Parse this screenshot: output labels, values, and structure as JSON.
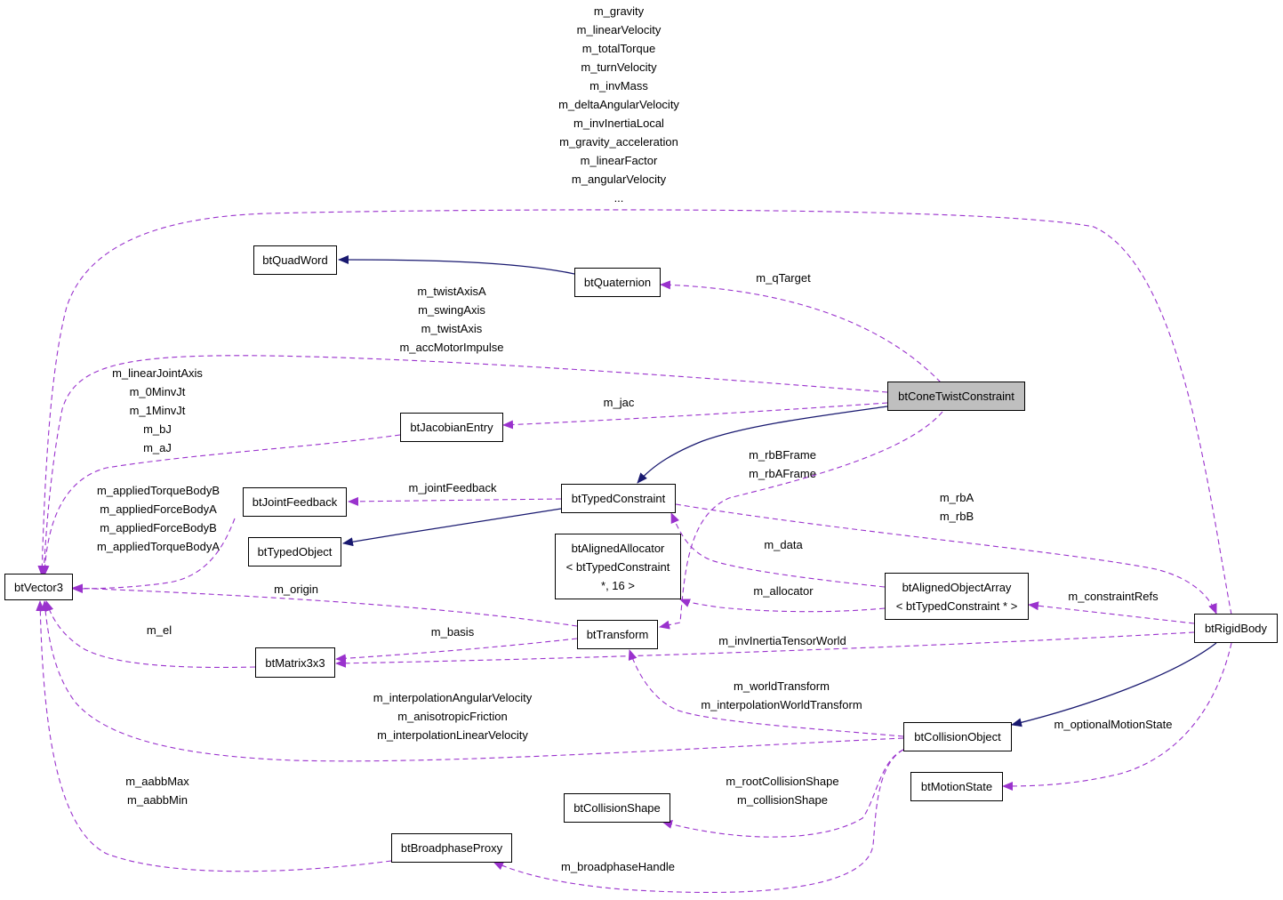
{
  "nodes": {
    "btQuadWord": "btQuadWord",
    "btQuaternion": "btQuaternion",
    "btConeTwistConstraint": "btConeTwistConstraint",
    "btJacobianEntry": "btJacobianEntry",
    "btTypedConstraint": "btTypedConstraint",
    "btJointFeedback": "btJointFeedback",
    "btTypedObject": "btTypedObject",
    "btVector3": "btVector3",
    "btAlignedAllocator": [
      "btAlignedAllocator",
      "< btTypedConstraint",
      "*, 16 >"
    ],
    "btAlignedObjectArray": [
      "btAlignedObjectArray",
      "< btTypedConstraint * >"
    ],
    "btTransform": "btTransform",
    "btMatrix3x3": "btMatrix3x3",
    "btRigidBody": "btRigidBody",
    "btCollisionObject": "btCollisionObject",
    "btMotionState": "btMotionState",
    "btCollisionShape": "btCollisionShape",
    "btBroadphaseProxy": "btBroadphaseProxy"
  },
  "labels": {
    "rigid_to_vector": [
      "m_gravity",
      "m_linearVelocity",
      "m_totalTorque",
      "m_turnVelocity",
      "m_invMass",
      "m_deltaAngularVelocity",
      "m_invInertiaLocal",
      "m_gravity_acceleration",
      "m_linearFactor",
      "m_angularVelocity",
      "..."
    ],
    "qtarget": [
      "m_qTarget"
    ],
    "cone_to_vector": [
      "m_twistAxisA",
      "m_swingAxis",
      "m_twistAxis",
      "m_accMotorImpulse"
    ],
    "jacobian_to_vector": [
      "m_linearJointAxis",
      "m_0MinvJt",
      "m_1MinvJt",
      "m_bJ",
      "m_aJ"
    ],
    "jac": [
      "m_jac"
    ],
    "frames": [
      "m_rbBFrame",
      "m_rbAFrame"
    ],
    "joint_feedback": [
      "m_jointFeedback"
    ],
    "feedback_to_vector": [
      "m_appliedTorqueBodyB",
      "m_appliedForceBodyA",
      "m_appliedForceBodyB",
      "m_appliedTorqueBodyA"
    ],
    "rb": [
      "m_rbA",
      "m_rbB"
    ],
    "data": [
      "m_data"
    ],
    "allocator": [
      "m_allocator"
    ],
    "constraint_refs": [
      "m_constraintRefs"
    ],
    "origin": [
      "m_origin"
    ],
    "el": [
      "m_el"
    ],
    "basis": [
      "m_basis"
    ],
    "inv_inertia_world": [
      "m_invInertiaTensorWorld"
    ],
    "world_transform": [
      "m_worldTransform",
      "m_interpolationWorldTransform"
    ],
    "collision_to_vector": [
      "m_interpolationAngularVelocity",
      "m_anisotropicFriction",
      "m_interpolationLinearVelocity"
    ],
    "optional_motion_state": [
      "m_optionalMotionState"
    ],
    "aabb": [
      "m_aabbMax",
      "m_aabbMin"
    ],
    "collision_shape": [
      "m_rootCollisionShape",
      "m_collisionShape"
    ],
    "broadphase_handle": [
      "m_broadphaseHandle"
    ]
  },
  "colors": {
    "inheritance": "#191970",
    "usage": "#9a32cd",
    "highlight_fill": "#bfbfbf"
  }
}
